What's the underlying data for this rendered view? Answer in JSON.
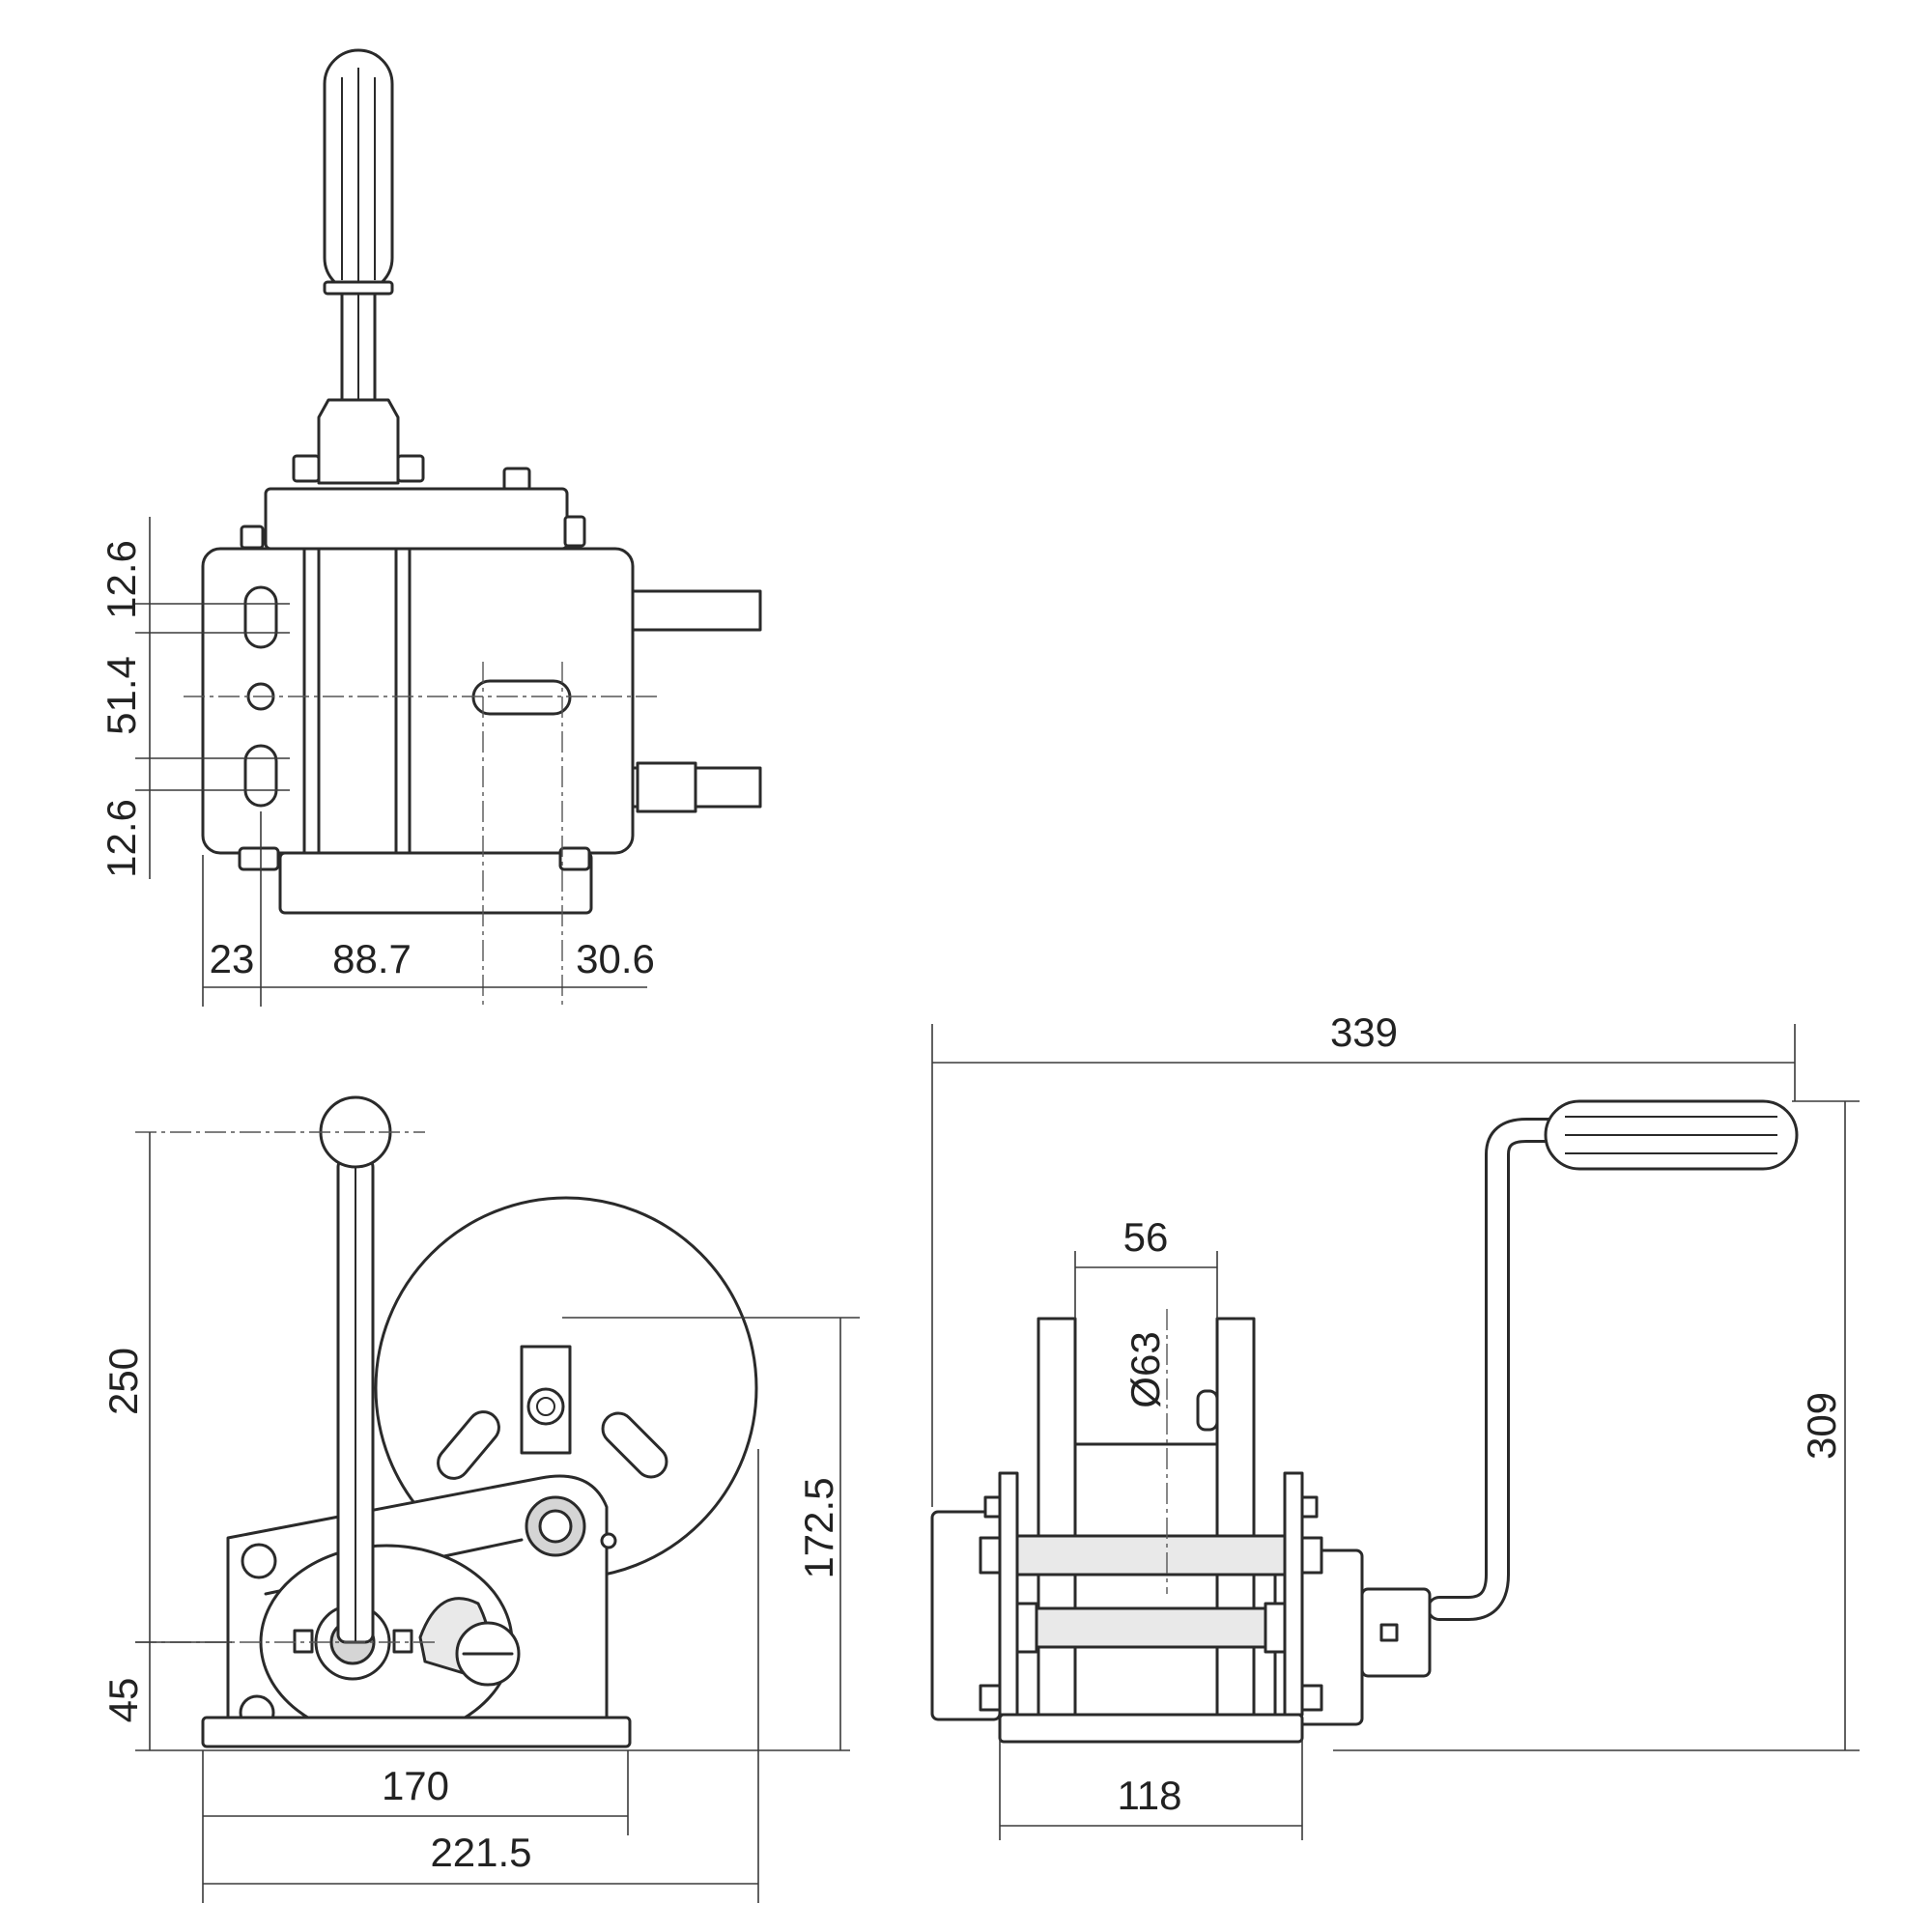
{
  "dimensions": {
    "top_view": {
      "h_left_top": "12.6",
      "h_left_mid": "51.4",
      "h_left_bot": "12.6",
      "w_left": "23",
      "w_mid": "88.7",
      "w_right": "30.6"
    },
    "side_view": {
      "overall_height": "250",
      "base_height": "45",
      "drum_height": "172.5",
      "base_width": "170",
      "overall_width": "221.5"
    },
    "front_view": {
      "overall_width": "339",
      "overall_height": "309",
      "drum_width": "56",
      "drum_diameter": "Ø63",
      "frame_width": "118"
    }
  }
}
